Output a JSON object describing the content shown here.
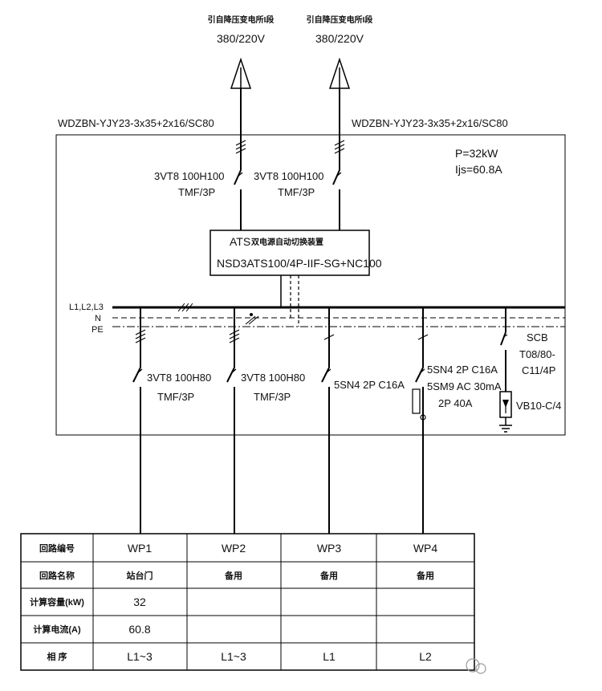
{
  "source": {
    "left_label": "引自降压变电所I段",
    "left_voltage": "380/220V",
    "right_label": "引自降压变电所I段",
    "right_voltage": "380/220V"
  },
  "cables": {
    "left": "WDZBN-YJY23-3x35+2x16/SC80",
    "right": "WDZBN-YJY23-3x35+2x16/SC80"
  },
  "load_info": {
    "power": "P=32kW",
    "current": "Ijs=60.8A"
  },
  "incoming_breakers": {
    "left_model": "3VT8 100H100",
    "left_type": "TMF/3P",
    "right_model": "3VT8 100H100",
    "right_type": "TMF/3P"
  },
  "ats": {
    "label": "ATS",
    "subtitle": "双电源自动切换装置",
    "model": "NSD3ATS100/4P-IIF-SG+NC100"
  },
  "bus": {
    "phase": "L1,L2,L3",
    "neutral": "N",
    "earth": "PE"
  },
  "outgoing": [
    {
      "line1": "3VT8 100H80",
      "line2": "TMF/3P"
    },
    {
      "line1": "3VT8 100H80",
      "line2": "TMF/3P"
    },
    {
      "line1": "5SN4 2P C16A"
    },
    {
      "line1": "5SN4 2P C16A",
      "line2": "5SM9 AC 30mA",
      "line3": "2P 40A"
    }
  ],
  "spd": {
    "name": "SCB",
    "model1": "T08/80-",
    "model2": "C11/4P",
    "arrester": "VB10-C/4"
  },
  "table": {
    "row_headers": [
      "回路编号",
      "回路名称",
      "计算容量(kW)",
      "计算电流(A)",
      "相 序"
    ],
    "columns": [
      {
        "id": "WP1",
        "name": "站台门",
        "capacity": "32",
        "current": "60.8",
        "phase": "L1~3"
      },
      {
        "id": "WP2",
        "name": "备用",
        "capacity": "",
        "current": "",
        "phase": "L1~3"
      },
      {
        "id": "WP3",
        "name": "备用",
        "capacity": "",
        "current": "",
        "phase": "L1"
      },
      {
        "id": "WP4",
        "name": "备用",
        "capacity": "",
        "current": "",
        "phase": "L2"
      }
    ]
  }
}
